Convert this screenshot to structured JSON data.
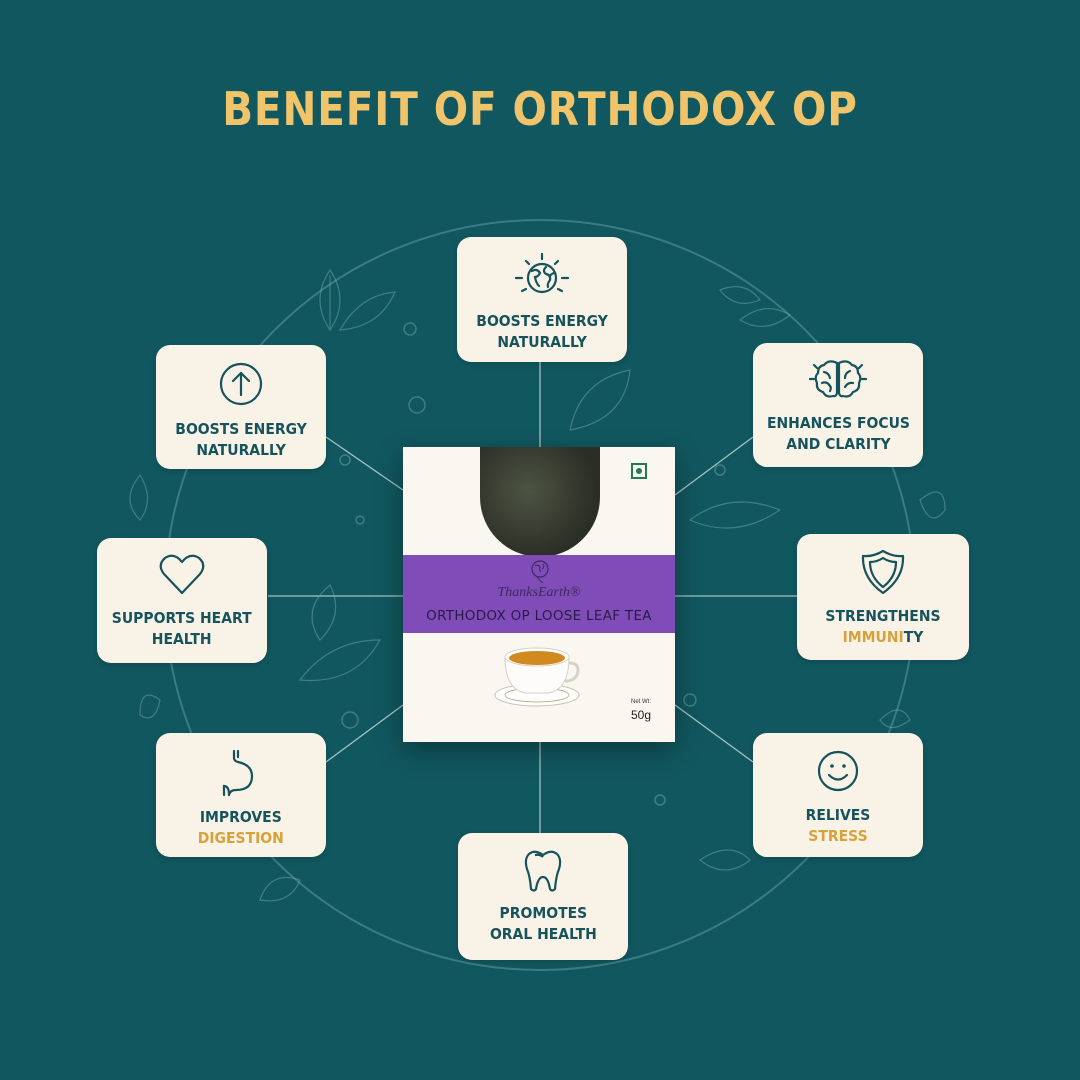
{
  "title": "BENEFIT OF ORTHODOX OP",
  "colors": {
    "background": "#11575f",
    "title": "#f0c46a",
    "card": "#f8f3e6",
    "card_text": "#17535c",
    "accent_gold": "#d9a13a",
    "band_purple": "#7f4cb8"
  },
  "cards": [
    {
      "id": "top",
      "icon": "globe-sun-icon",
      "line1": "BOOSTS ENERGY",
      "line2": "NATURALLY"
    },
    {
      "id": "upper-left",
      "icon": "arrow-up-circle-icon",
      "line1": "BOOSTS ENERGY",
      "line2": "NATURALLY"
    },
    {
      "id": "upper-right",
      "icon": "brain-icon",
      "line1": "ENHANCES FOCUS",
      "line2": "AND CLARITY"
    },
    {
      "id": "mid-left",
      "icon": "heart-icon",
      "line1": "SUPPORTS HEART",
      "line2": "HEALTH"
    },
    {
      "id": "mid-right",
      "icon": "shield-icon",
      "line1": "STRENGTHENS",
      "line2_a": "I",
      "line2_b": "MMUNI",
      "line2_c": "TY"
    },
    {
      "id": "lower-left",
      "icon": "stomach-icon",
      "line1": "IMPROVES",
      "line2": "DIGESTION"
    },
    {
      "id": "lower-right",
      "icon": "smiley-icon",
      "line1": "RELIVES",
      "line2": "STRESS"
    },
    {
      "id": "bottom",
      "icon": "tooth-icon",
      "line1": "PROMOTES",
      "line2": "ORAL HEALTH"
    }
  ],
  "product": {
    "brand": "ThanksEarth®",
    "name": "ORTHODOX OP LOOSE LEAF TEA",
    "net_wt_label": "Net Wt:",
    "net_wt": "50g"
  }
}
